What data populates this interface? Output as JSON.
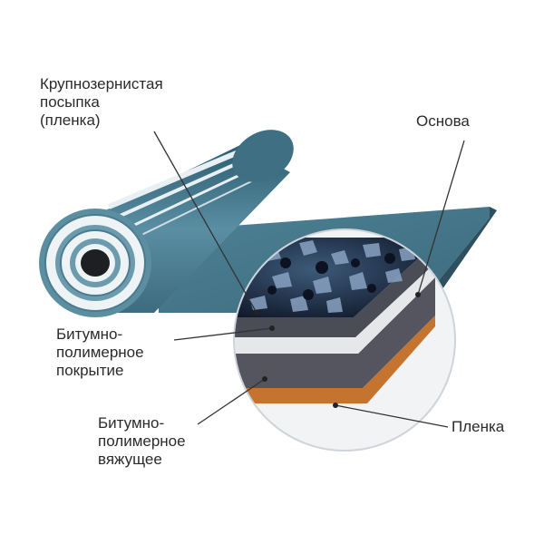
{
  "labels": {
    "granular": [
      "Крупнозернистая",
      "посыпка",
      "(пленка)"
    ],
    "base": [
      "Основа"
    ],
    "coating": [
      "Битумно-",
      "полимерное",
      "покрытие"
    ],
    "binder": [
      "Битумно-",
      "полимерное",
      "вяжущее"
    ],
    "film": [
      "Пленка"
    ]
  },
  "colors": {
    "roll_face": "#4e7f93",
    "roll_stripe": "#dfe9ee",
    "granules": "#1c2f45",
    "coating_layer": "#555560",
    "base_layer": "#e9eaec",
    "film_layer": "#c4742f",
    "leader_lines": "#333333"
  }
}
